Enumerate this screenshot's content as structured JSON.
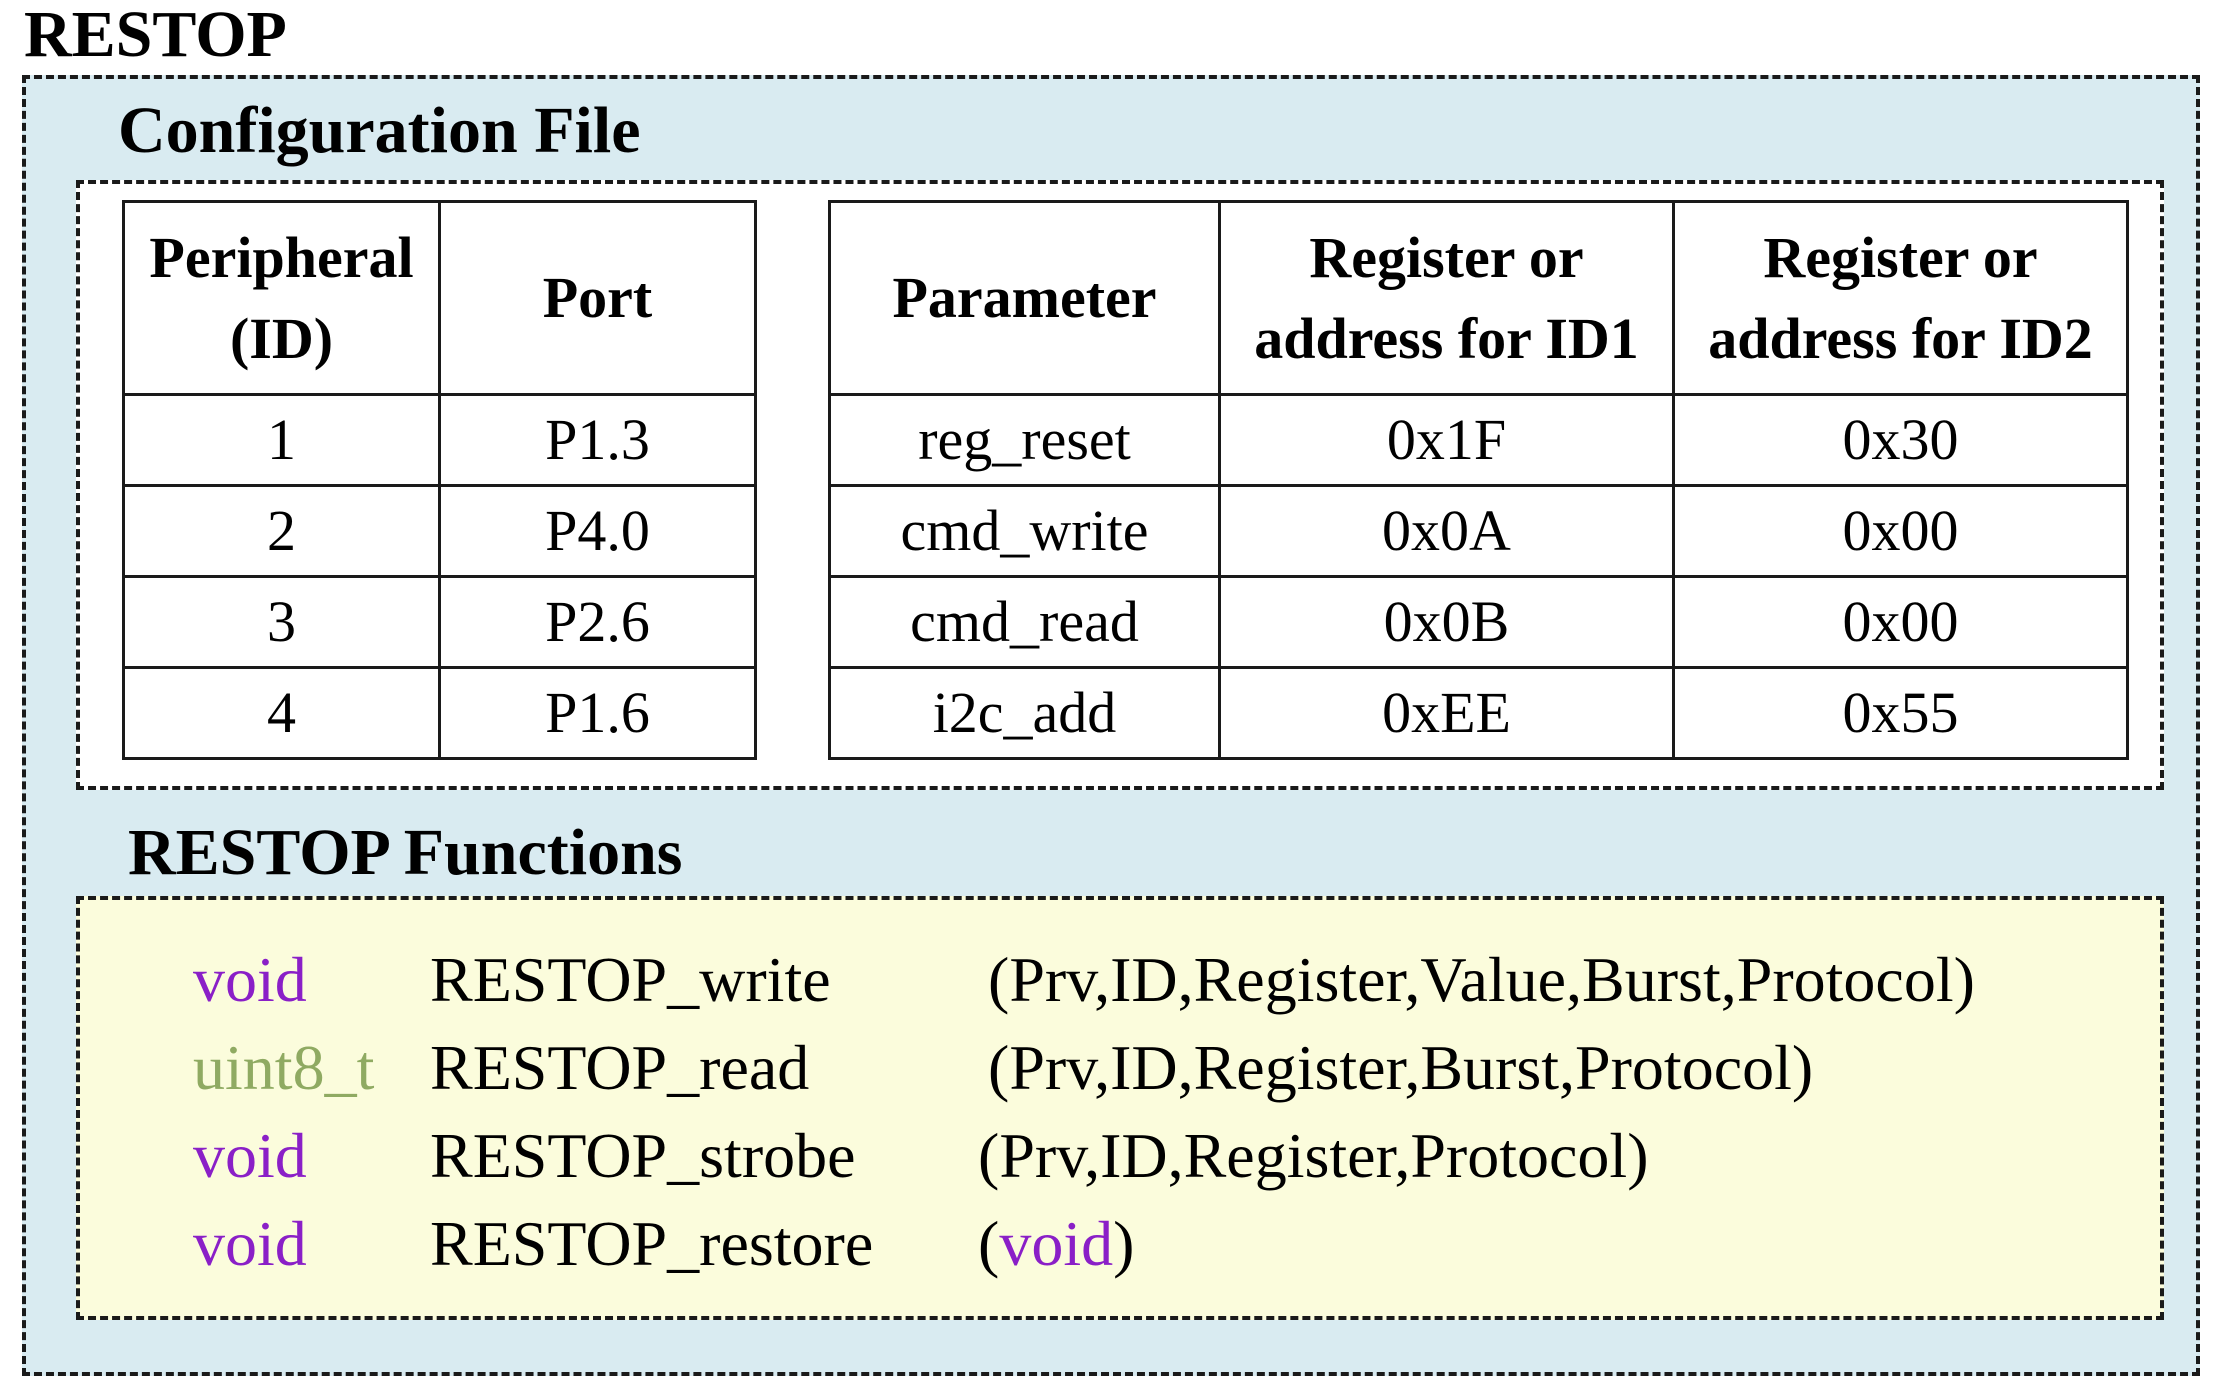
{
  "title": "RESTOP",
  "configuration": {
    "title": "Configuration File",
    "peripheral_table": {
      "headers": [
        "Peripheral\n(ID)",
        "Port"
      ],
      "rows": [
        [
          "1",
          "P1.3"
        ],
        [
          "2",
          "P4.0"
        ],
        [
          "3",
          "P2.6"
        ],
        [
          "4",
          "P1.6"
        ]
      ]
    },
    "parameter_table": {
      "headers": [
        "Parameter",
        "Register or\naddress for ID1",
        "Register or\naddress for ID2"
      ],
      "rows": [
        [
          "reg_reset",
          "0x1F",
          "0x30"
        ],
        [
          "cmd_write",
          "0x0A",
          "0x00"
        ],
        [
          "cmd_read",
          "0x0B",
          "0x00"
        ],
        [
          "i2c_add",
          "0xEE",
          "0x55"
        ]
      ]
    }
  },
  "functions": {
    "title": "RESTOP Functions",
    "items": [
      {
        "return_type": "void",
        "name": "RESTOP_write",
        "args": "(Prv,ID,Register,Value,Burst,Protocol)"
      },
      {
        "return_type": "uint8_t",
        "name": "RESTOP_read",
        "args": "(Prv,ID,Register,Burst,Protocol)"
      },
      {
        "return_type": "void",
        "name": "RESTOP_strobe",
        "args": "(Prv,ID,Register,Protocol)"
      },
      {
        "return_type": "void",
        "name": "RESTOP_restore",
        "args_open": "(",
        "args_keyword": "void",
        "args_close": ")"
      }
    ]
  },
  "colors": {
    "outer_background": "#d9ebf1",
    "functions_background": "#fbfcdc",
    "keyword_void": "#8a1fc7",
    "keyword_uint8": "#8faa62"
  }
}
